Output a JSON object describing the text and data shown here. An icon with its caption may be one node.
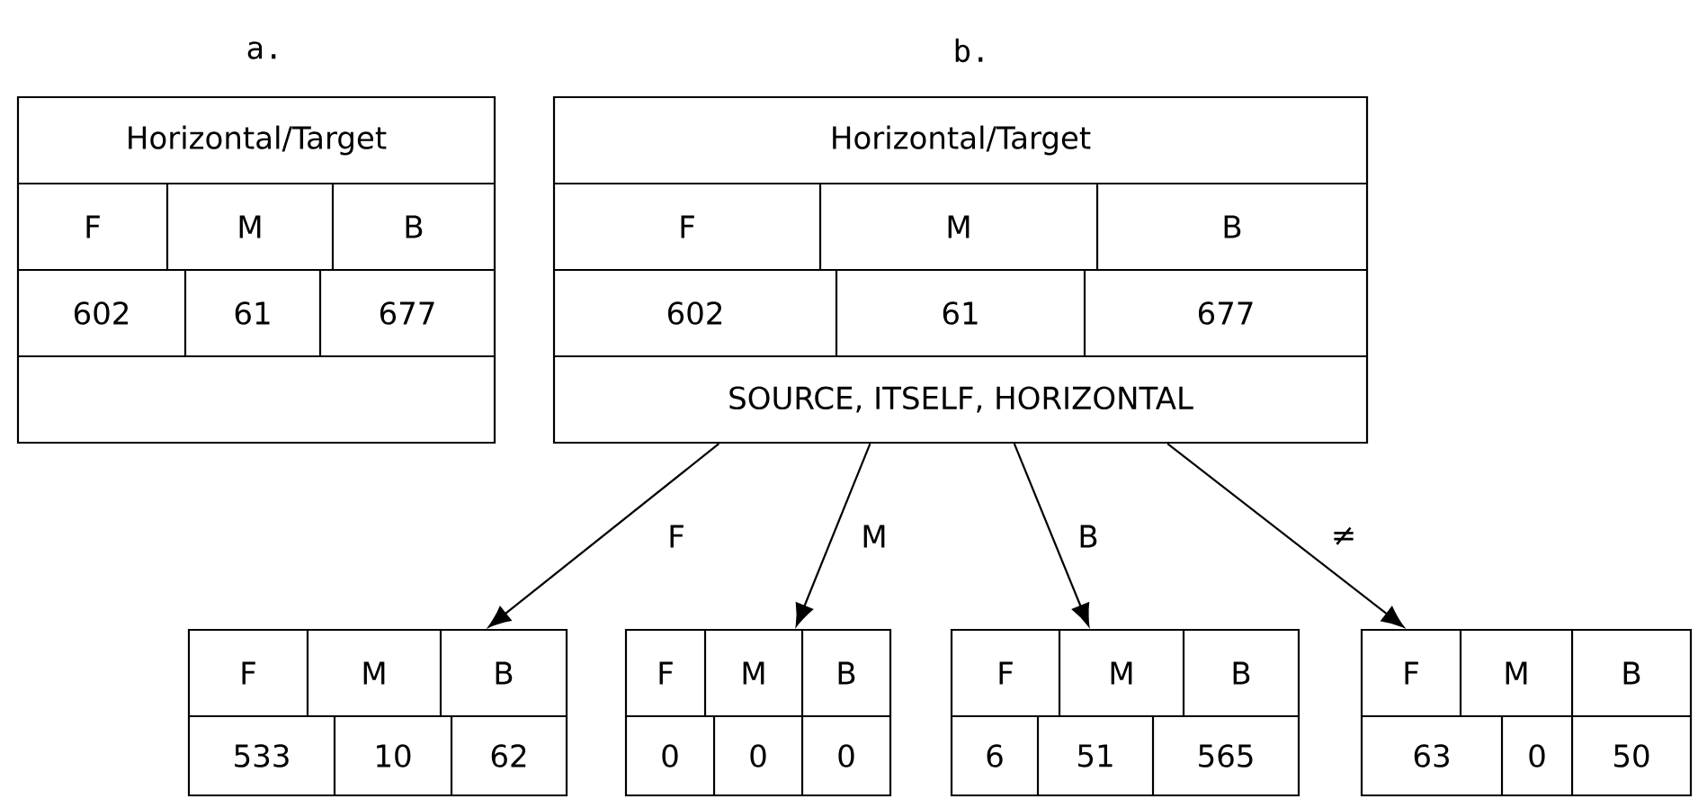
{
  "diagram": {
    "nodes": [
      {
        "text": [
          "Horizontal/Target",
          "F",
          "M",
          "B",
          "602",
          "61",
          "677"
        ]
      },
      {
        "text": [
          "Horizontal/Target",
          "F",
          "M",
          "B",
          "602",
          "61",
          "677",
          "SOURCE, ITSELF, HORIZONTAL"
        ]
      },
      {
        "text": [
          "F",
          "M",
          "B",
          "533",
          "10",
          "62"
        ]
      },
      {
        "text": [
          "F",
          "M",
          "B",
          "0",
          "0",
          "0"
        ]
      },
      {
        "text": [
          "F",
          "M",
          "B",
          "6",
          "51",
          "565"
        ]
      },
      {
        "text": [
          "F",
          "M",
          "B",
          "63",
          "0",
          "50"
        ]
      }
    ],
    "edges": [
      {
        "from": 1,
        "to": 2,
        "arrow": "to",
        "label": "F"
      },
      {
        "from": 1,
        "to": 3,
        "arrow": "to",
        "label": "M"
      },
      {
        "from": 1,
        "to": 4,
        "arrow": "to",
        "label": "B"
      },
      {
        "from": 1,
        "to": 5,
        "arrow": "to",
        "label": "≠"
      }
    ],
    "labels": [
      "a.",
      "b."
    ]
  }
}
